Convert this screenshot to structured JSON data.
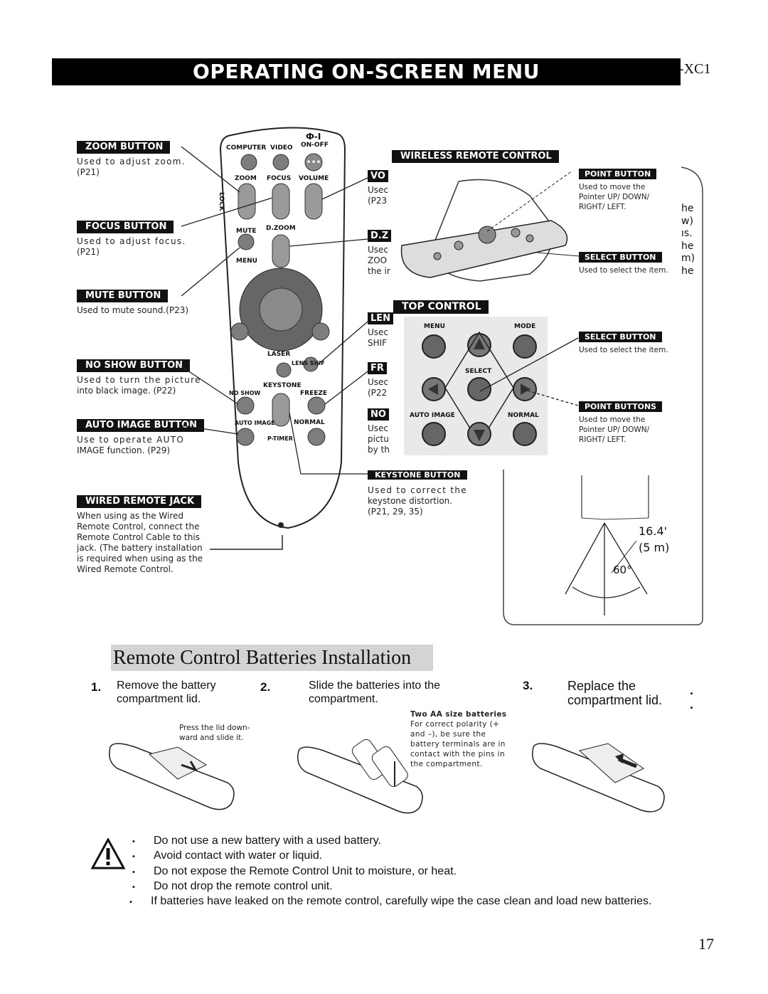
{
  "header": {
    "title": "OPERATING ON-SCREEN MENU",
    "model": "-XC1"
  },
  "left_labels": [
    {
      "title": "ZOOM BUTTON",
      "desc": "Used to adjust zoom.",
      "ref": "(P21)"
    },
    {
      "title": "FOCUS BUTTON",
      "desc": "Used to adjust focus.",
      "ref": "(P21)"
    },
    {
      "title": "MUTE BUTTON",
      "desc": "Used to mute sound.(P23)"
    },
    {
      "title": "NO SHOW BUTTON",
      "desc": "Used to turn the picture",
      "desc2": "into black image. (P22)"
    },
    {
      "title": "AUTO IMAGE BUTTON",
      "desc": "Use to operate AUTO",
      "desc2": "IMAGE function. (P29)"
    },
    {
      "title": "WIRED REMOTE JACK",
      "lines": [
        "When using as the Wired",
        "Remote Control, connect the",
        "Remote Control Cable to this",
        "jack. (The battery installation",
        "is required when using as the",
        "Wired Remote Control."
      ]
    }
  ],
  "remote_labels": {
    "computer": "COMPUTER",
    "video": "VIDEO",
    "onoff": "ON-OFF",
    "power": "Ф-I",
    "zoom": "ZOOM",
    "focus": "FOCUS",
    "volume": "VOLUME",
    "lock": "LOCK",
    "mute": "MUTE",
    "dzoom": "D.ZOOM",
    "menu": "MENU",
    "laser": "LASER",
    "lens_shift": "LENS SHIF",
    "keystone": "KEYSTONE",
    "no_show": "NO SHOW",
    "freeze": "FREEZE",
    "auto_image": "AUTO IMAGE",
    "normal": "NORMAL",
    "ptimer": "P-TIMER"
  },
  "mid_labels": [
    {
      "title": "VO",
      "desc": [
        "Usec",
        "(P23"
      ]
    },
    {
      "title": "D.Z",
      "desc": [
        "Usec",
        "ZOO",
        "the ir"
      ]
    },
    {
      "title": "LEN",
      "desc": [
        "Usec",
        "SHIF"
      ]
    },
    {
      "title": "FR",
      "desc": [
        "Usec",
        "(P22"
      ]
    },
    {
      "title": "NO",
      "desc": [
        "Usec",
        "pictu",
        "by th"
      ]
    }
  ],
  "keystone": {
    "title": "KEYSTONE BUTTON",
    "lines": [
      "Used to correct the",
      "keystone distortion.",
      "(P21, 29, 35)"
    ]
  },
  "wireless": {
    "title": "WIRELESS REMOTE CONTROL",
    "point_title": "POINT BUTTON",
    "point_lines": [
      "Used to move the",
      "Pointer UP/ DOWN/",
      "RIGHT/ LEFT."
    ],
    "select_title": "SELECT BUTTON",
    "select_desc": "Used to select the item."
  },
  "top_control": {
    "title": "TOP CONTROL",
    "menu": "MENU",
    "mode": "MODE",
    "select": "SELECT",
    "auto_image": "AUTO IMAGE",
    "normal": "NORMAL",
    "select_title": "SELECT BUTTON",
    "select_desc": "Used to select the item.",
    "point_title": "POINT BUTTONS",
    "point_lines": [
      "Used to move the",
      "Pointer UP/ DOWN/",
      "RIGHT/ LEFT."
    ]
  },
  "range": {
    "distance": "16.4'",
    "metric": "(5 m)",
    "angle": "60°",
    "partial": [
      "he",
      "w)",
      "ıs.",
      "he",
      "m)",
      "he"
    ]
  },
  "batteries": {
    "title": "Remote Control Batteries Installation",
    "steps": [
      {
        "num": "1.",
        "line1": "Remove the battery",
        "line2": "compartment lid.",
        "note": [
          "Press the lid down-",
          "ward and slide it."
        ]
      },
      {
        "num": "2.",
        "line1": "Slide the batteries into the",
        "line2": "compartment.",
        "note_title": "Two AA size batteries",
        "note": [
          "For correct polarity (+",
          "and –), be sure the",
          "battery terminals are in",
          "contact with the pins in",
          "the compartment."
        ]
      },
      {
        "num": "3.",
        "line1": "Replace the",
        "line2": "compartment lid."
      }
    ]
  },
  "warnings": [
    "Do not use a new battery with a used battery.",
    "Avoid contact with water or liquid.",
    "Do not expose the Remote Control Unit to moisture, or heat.",
    "Do not drop the remote control unit.",
    "If batteries have leaked on the remote control, carefully wipe the case clean and load new batteries."
  ],
  "page_number": "17"
}
